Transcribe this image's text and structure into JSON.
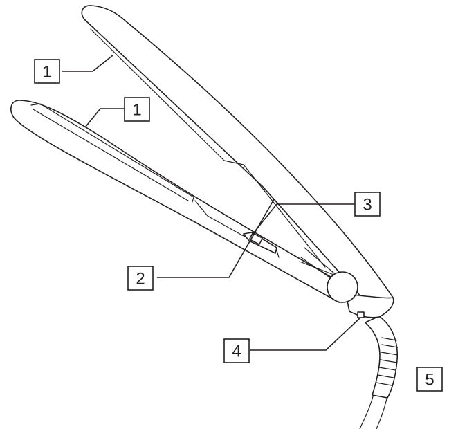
{
  "callouts": [
    {
      "id": "plate-top",
      "number": "1"
    },
    {
      "id": "plate-bottom",
      "number": "1"
    },
    {
      "id": "switch",
      "number": "2"
    },
    {
      "id": "display",
      "number": "3"
    },
    {
      "id": "stand",
      "number": "4"
    },
    {
      "id": "cord",
      "number": "5"
    }
  ],
  "colors": {
    "line": "#231f20",
    "background": "#ffffff"
  }
}
